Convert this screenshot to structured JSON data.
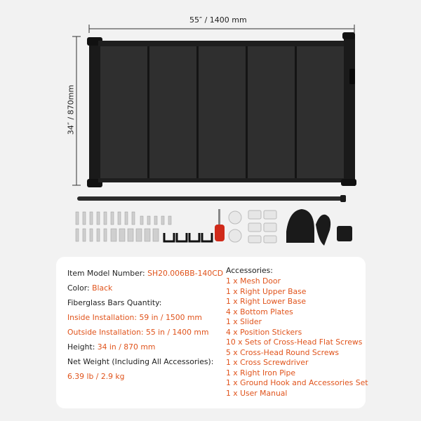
{
  "dimensions": {
    "width_label": "55″ / 1400 mm",
    "height_label": "34″ / 870mm"
  },
  "specs": {
    "model_label": "Item Model Number: ",
    "model_value": "SH20.006BB-140CD",
    "color_label": "Color: ",
    "color_value": "Black",
    "fiberglass_label": "Fiberglass Bars Quantity:",
    "inside_label": "Inside Installation: 59 in / 1500 mm",
    "outside_label": "Outside Installation: 55 in / 1400 mm",
    "height_label": "Height: ",
    "height_value": "34 in / 870 mm",
    "weight_label": "Net Weight (Including All Accessories):",
    "weight_value": "6.39 lb / 2.9 kg"
  },
  "accessories": {
    "title": "Accessories:",
    "items": [
      "1 x Mesh Door",
      "1 x Right Upper Base",
      "1 x Right Lower Base",
      "4 x Bottom Plates",
      "1 x Slider",
      "4 x Position Stickers",
      "10 x Sets of Cross-Head Flat Screws",
      "5 x Cross-Head Round Screws",
      "1 x Cross Screwdriver",
      "1 x Right Iron Pipe",
      "1 x Ground Hook and Accessories Set",
      "1 x User Manual"
    ]
  },
  "colors": {
    "accent": "#e0531b",
    "mesh": "#2b2b2b",
    "background": "#f2f2f2"
  }
}
